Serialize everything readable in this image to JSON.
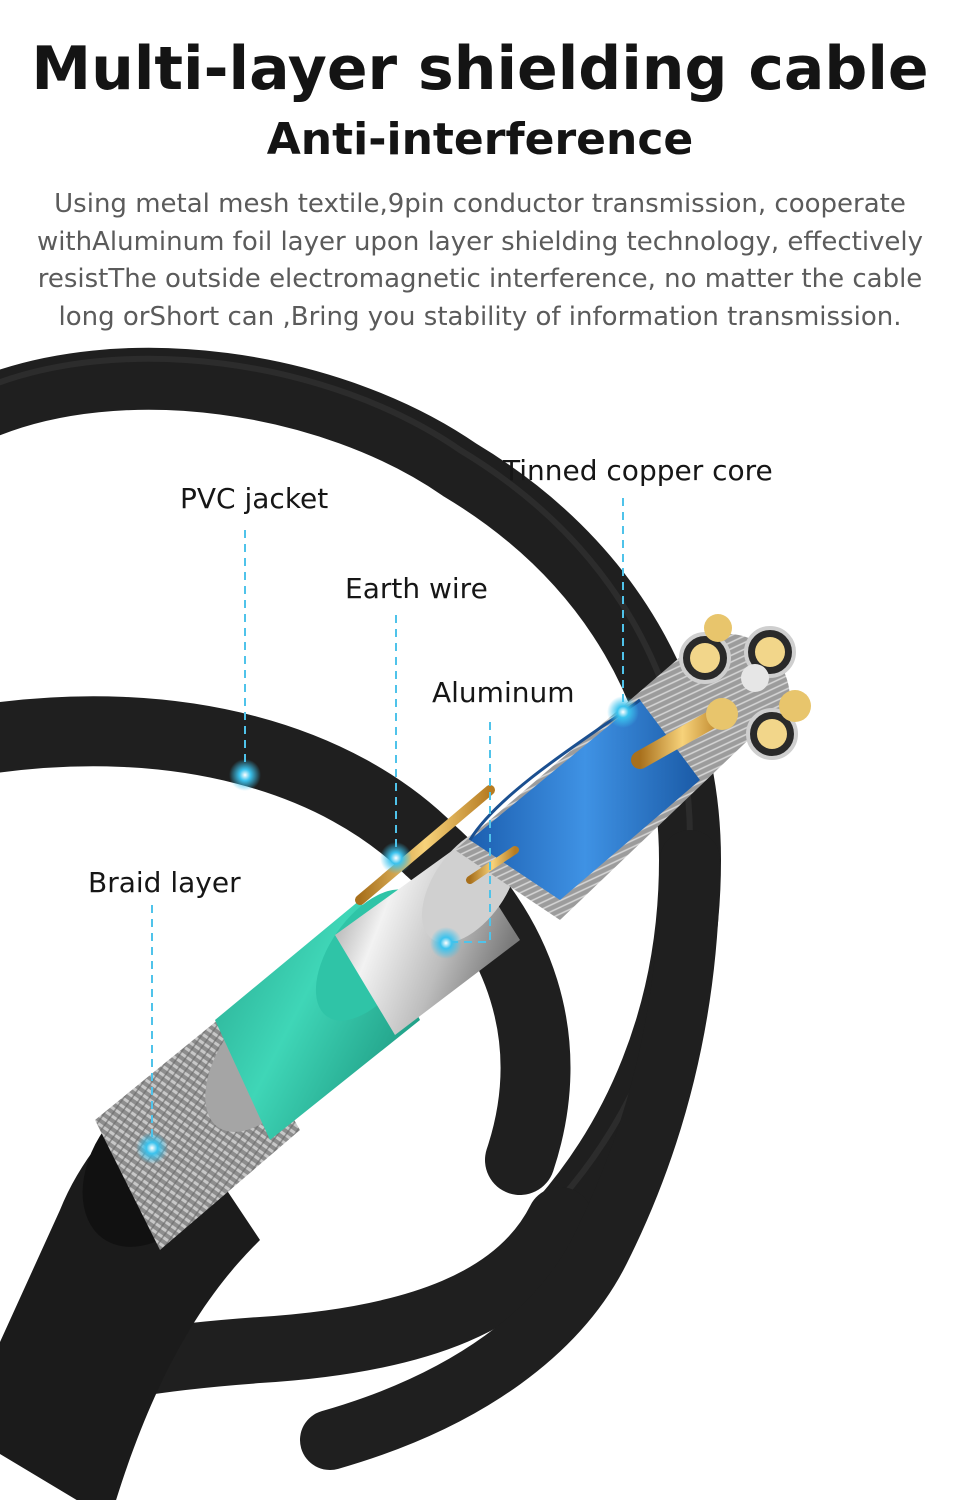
{
  "header": {
    "title": "Multi-layer shielding cable",
    "subtitle": "Anti-interference",
    "description_lines": [
      "Using metal mesh textile,9pin conductor transmission, cooperate",
      "withAluminum foil layer upon layer shielding technology, effectively",
      "resistThe outside electromagnetic interference, no matter the cable",
      "long orShort can ,Bring you stability of information transmission."
    ]
  },
  "callouts": {
    "pvc_jacket": "PVC jacket",
    "earth_wire": "Earth wire",
    "aluminum": "Aluminum",
    "tinned_copper_core": "Tinned copper core",
    "braid_layer": "Braid layer"
  },
  "colors": {
    "jacket": "#1d1d1d",
    "inner_sheath": "#2fc4a7",
    "braid": "#9a9a9a",
    "foil": "#c9c9c9",
    "blue_insulation": "#2a7bd0",
    "copper": "#d9a13a",
    "marker": "#35b8e6"
  }
}
